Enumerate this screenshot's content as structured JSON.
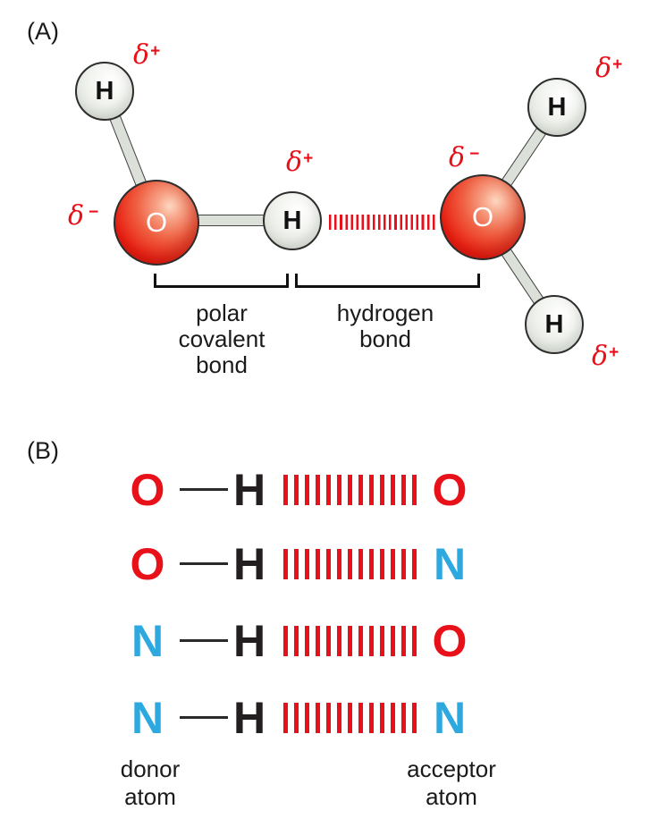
{
  "colors": {
    "red": "#e8111a",
    "blue": "#2ea9e0",
    "black": "#231f20"
  },
  "panelA": {
    "label": "(A)",
    "atoms": {
      "oxygen": "O",
      "hydrogen": "H"
    },
    "deltas": {
      "plus": {
        "symbol": "δ",
        "sign": "+"
      },
      "minus": {
        "symbol": "δ",
        "sign": "−"
      }
    },
    "captions": {
      "polar_covalent_bond": "polar\ncovalent\nbond",
      "hydrogen_bond": "hydrogen\nbond"
    }
  },
  "panelB": {
    "label": "(B)",
    "rows": [
      {
        "donor": "O",
        "donor_color": "red",
        "hydrogen": "H",
        "acceptor": "O",
        "acceptor_color": "red"
      },
      {
        "donor": "O",
        "donor_color": "red",
        "hydrogen": "H",
        "acceptor": "N",
        "acceptor_color": "blue"
      },
      {
        "donor": "N",
        "donor_color": "blue",
        "hydrogen": "H",
        "acceptor": "O",
        "acceptor_color": "red"
      },
      {
        "donor": "N",
        "donor_color": "blue",
        "hydrogen": "H",
        "acceptor": "N",
        "acceptor_color": "blue"
      }
    ],
    "captions": {
      "donor": "donor\natom",
      "acceptor": "acceptor\natom"
    }
  }
}
